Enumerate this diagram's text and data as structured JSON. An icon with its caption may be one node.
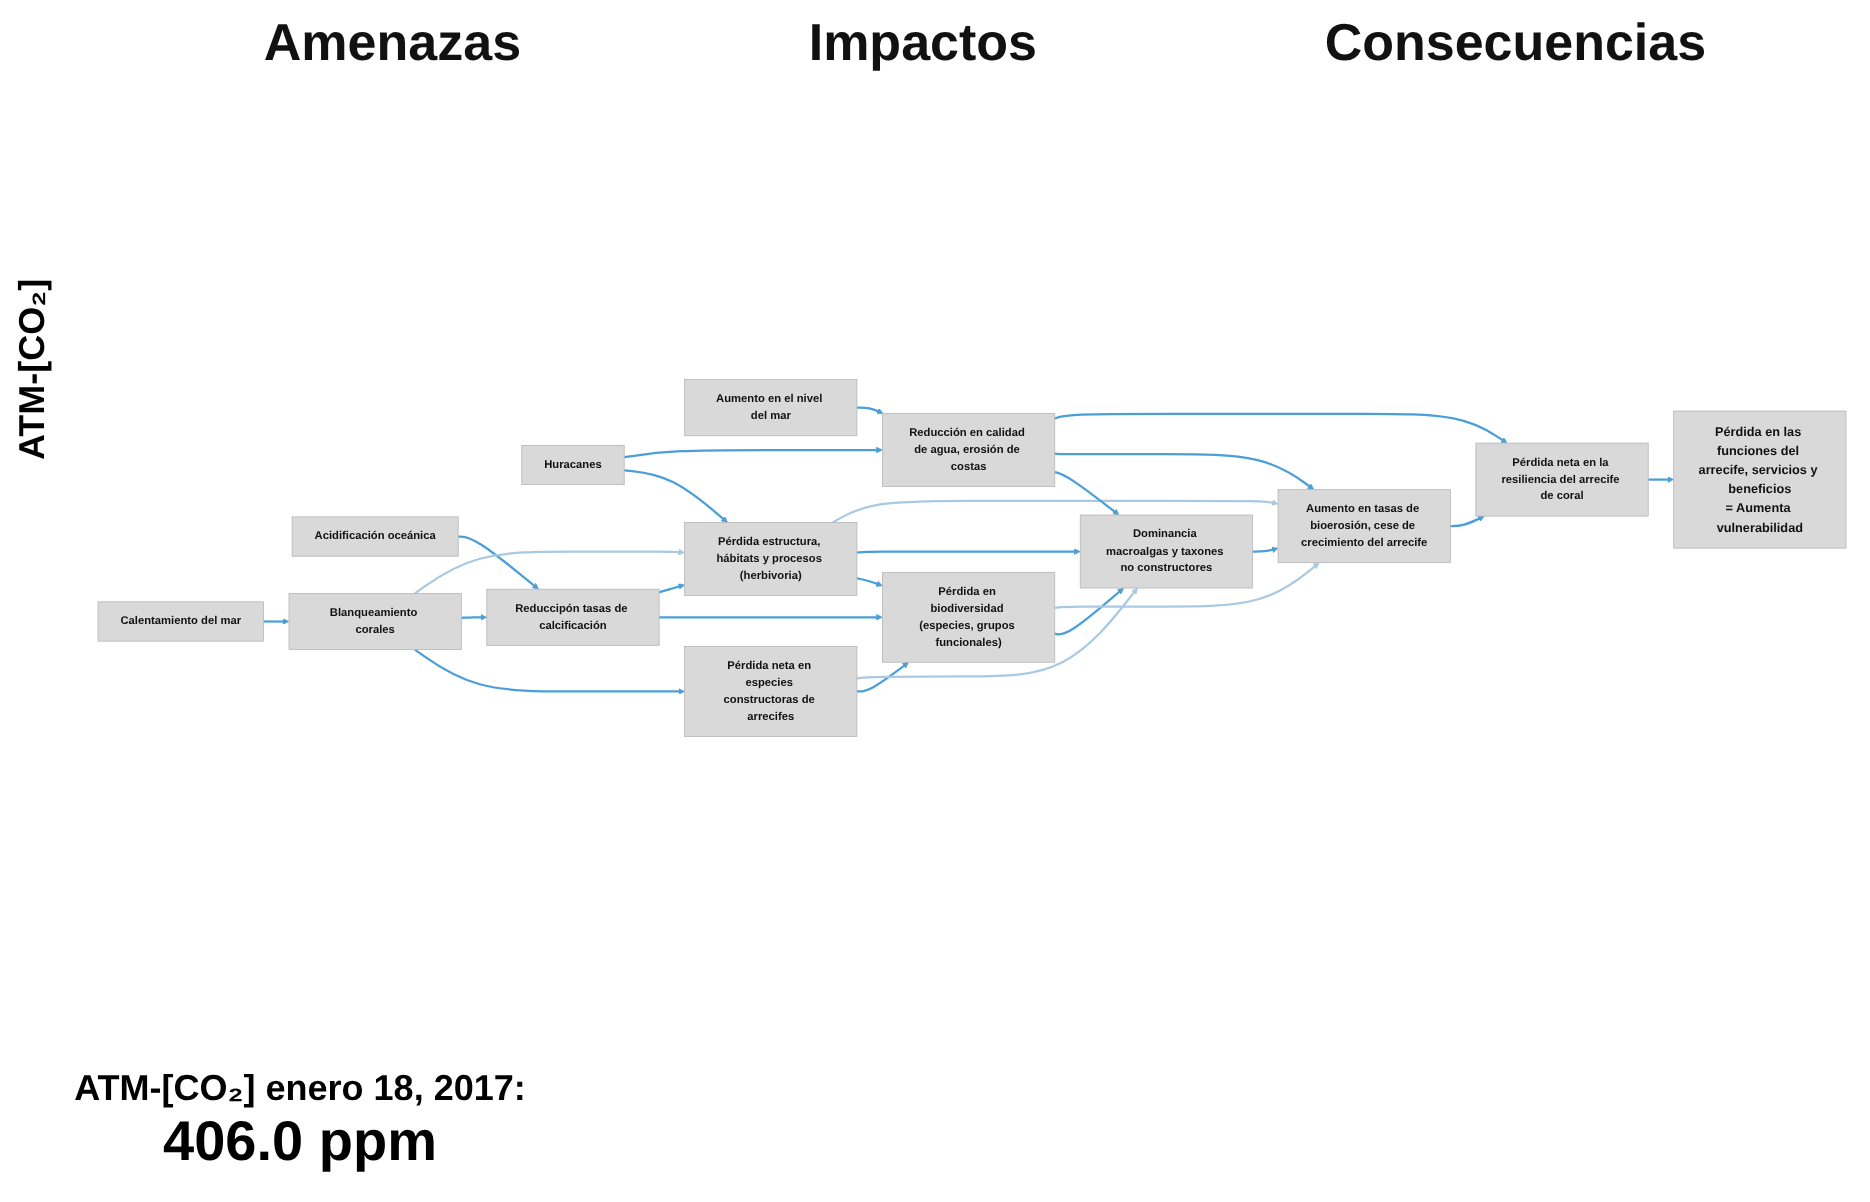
{
  "diagram": {
    "nodes": [
      {
        "text": [
          "Calentamiento del mar"
        ]
      },
      {
        "text": [
          "Acidificación oceánica"
        ]
      },
      {
        "text": [
          "Huracanes"
        ]
      },
      {
        "text": [
          "Aumento en el nivel del mar"
        ]
      },
      {
        "text": [
          "Blanqueamiento corales"
        ]
      },
      {
        "text": [
          "Reduccipón tasas de calcificación"
        ]
      },
      {
        "text": [
          "Pérdida estructura, hábitats y procesos (herbivoria)"
        ]
      },
      {
        "text": [
          "Reducción en calidad de agua, erosión de costas"
        ]
      },
      {
        "text": [
          "Pérdida neta en especies constructoras de arrecifes"
        ]
      },
      {
        "text": [
          "Pérdida en biodiversidad (especies, grupos funcionales)"
        ]
      },
      {
        "text": [
          "Dominancia macroalgas y taxones no constructores"
        ]
      },
      {
        "text": [
          "Aumento en tasas de bioerosión, cese de crecimiento del arrecife"
        ]
      },
      {
        "text": [
          "Pérdida neta en la resiliencia del arrecife de coral"
        ]
      },
      {
        "text": [
          "Pérdida en las funciones del arrecife, servicios y beneficios",
          "= Aumenta vulnerabilidad"
        ]
      }
    ],
    "edges": [
      {
        "from": 0,
        "to": 4,
        "arrow": "to"
      },
      {
        "from": 1,
        "to": 5,
        "arrow": "to"
      },
      {
        "from": 2,
        "to": 6,
        "arrow": "to"
      },
      {
        "from": 2,
        "to": 7,
        "arrow": "to"
      },
      {
        "from": 3,
        "to": 7,
        "arrow": "to"
      },
      {
        "from": 4,
        "to": 8,
        "arrow": "to"
      },
      {
        "from": 4,
        "to": 5,
        "arrow": "to"
      },
      {
        "from": 4,
        "to": 6,
        "arrow": "to",
        "color": "#a9c9e2"
      },
      {
        "from": 5,
        "to": 9,
        "arrow": "to"
      },
      {
        "from": 5,
        "to": 6,
        "arrow": "to"
      },
      {
        "from": 6,
        "to": 9,
        "arrow": "to"
      },
      {
        "from": 6,
        "to": 10,
        "arrow": "to"
      },
      {
        "from": 6,
        "to": 11,
        "arrow": "to",
        "color": "#a9c9e2"
      },
      {
        "from": 7,
        "to": 10,
        "arrow": "to"
      },
      {
        "from": 7,
        "to": 11,
        "arrow": "to"
      },
      {
        "from": 7,
        "to": 12,
        "arrow": "to"
      },
      {
        "from": 8,
        "to": 9,
        "arrow": "to"
      },
      {
        "from": 8,
        "to": 10,
        "arrow": "to",
        "color": "#a9c9e2"
      },
      {
        "from": 9,
        "to": 10,
        "arrow": "to"
      },
      {
        "from": 9,
        "to": 11,
        "arrow": "to",
        "color": "#a9c9e2"
      },
      {
        "from": 10,
        "to": 11,
        "arrow": "to"
      },
      {
        "from": 11,
        "to": 12,
        "arrow": "to"
      },
      {
        "from": 12,
        "to": 13,
        "arrow": "to"
      }
    ],
    "labels": [
      "Amenazas",
      "Impactos",
      "Consecuencias",
      "ATM-[CO₂]",
      "ATM-[CO₂] enero 18, 2017:",
      "406.0 ppm"
    ]
  }
}
